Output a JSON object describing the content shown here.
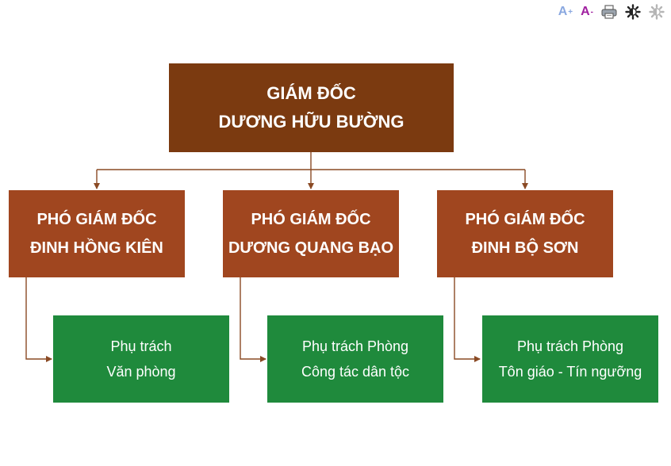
{
  "toolbar": {
    "font_increase": {
      "glyph": "A",
      "sup": "+"
    },
    "font_decrease": {
      "glyph": "A",
      "sup": "-"
    },
    "icons": [
      "printer-icon",
      "contrast-dark-icon",
      "contrast-light-icon"
    ]
  },
  "colors": {
    "director": "#7b3a10",
    "deputy": "#a0461f",
    "responsibility": "#1f8a3c",
    "connector": "#8a4a24"
  },
  "director": {
    "title": "GIÁM ĐỐC",
    "name": "DƯƠNG HỮU BƯỜNG"
  },
  "deputies": [
    {
      "title": "PHÓ GIÁM ĐỐC",
      "name": "ĐINH HỒNG KIÊN",
      "responsibility": [
        "Phụ trách",
        "Văn phòng"
      ]
    },
    {
      "title": "PHÓ GIÁM ĐỐC",
      "name": "DƯƠNG QUANG BẠO",
      "responsibility": [
        "Phụ trách Phòng",
        "Công tác dân tộc"
      ]
    },
    {
      "title": "PHÓ GIÁM ĐỐC",
      "name": "ĐINH BỘ SƠN",
      "responsibility": [
        "Phụ trách Phòng",
        "Tôn giáo - Tín ngưỡng"
      ]
    }
  ]
}
